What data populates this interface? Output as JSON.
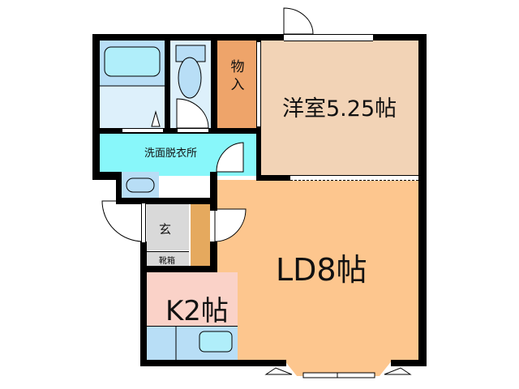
{
  "floorplan": {
    "rooms": {
      "western_room": {
        "label": "洋室5.25帖",
        "color": "#F2D3B6"
      },
      "storage": {
        "label": "物入",
        "color": "#EEA46A"
      },
      "washroom": {
        "label": "洗面脱衣所",
        "color": "#88F7FA"
      },
      "entrance": {
        "label": "玄",
        "color": "#D9D9D9"
      },
      "shoe_box": {
        "label": "靴箱",
        "color": "#D9D9D9"
      },
      "living_dining": {
        "label": "LD8帖",
        "color": "#FDC68E"
      },
      "kitchen": {
        "label": "K2帖",
        "color": "#FAD2C8"
      },
      "bath": {
        "color": "#DDF0FB"
      },
      "toilet": {
        "color": "#DDF0FB"
      }
    },
    "colors": {
      "wall": "#000000",
      "fixture_blue": "#B8DEF6",
      "tub_blue": "#B0EEFA",
      "entrance_shelf": "#E5A95E"
    }
  }
}
